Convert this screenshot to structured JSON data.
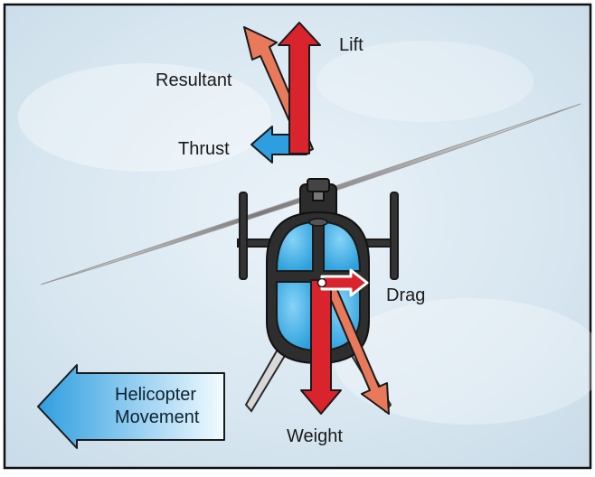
{
  "labels": {
    "lift": "Lift",
    "resultant": "Resultant",
    "thrust": "Thrust",
    "drag": "Drag",
    "weight": "Weight",
    "movement_line1": "Helicopter",
    "movement_line2": "Movement"
  },
  "colors": {
    "lift_weight_arrow": "#d9232d",
    "resultant_arrow": "#e8795a",
    "thrust_arrow": "#2f9ee0",
    "drag_arrow": "#d9232d",
    "movement_arrow": "#5ec8f0",
    "canopy": "#3eb0e6",
    "frame": "#2a2a2a",
    "sky": "#d4e3ee"
  }
}
